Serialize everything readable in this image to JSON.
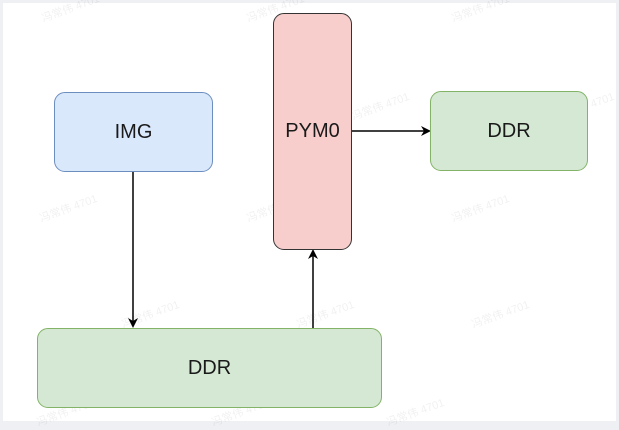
{
  "diagram": {
    "nodes": {
      "img": {
        "label": "IMG",
        "fill": "#dae8fc",
        "stroke": "#6c8ebf"
      },
      "pym0": {
        "label": "PYM0",
        "fill": "#f8cecc",
        "stroke": "#333333"
      },
      "ddr_right": {
        "label": "DDR",
        "fill": "#d5e8d4",
        "stroke": "#82b366"
      },
      "ddr_bottom": {
        "label": "DDR",
        "fill": "#d5e8d4",
        "stroke": "#82b366"
      }
    },
    "edges": [
      {
        "from": "img",
        "to": "ddr_bottom"
      },
      {
        "from": "ddr_bottom",
        "to": "pym0"
      },
      {
        "from": "pym0",
        "to": "ddr_right"
      }
    ],
    "watermark": "冯常伟 4701"
  }
}
